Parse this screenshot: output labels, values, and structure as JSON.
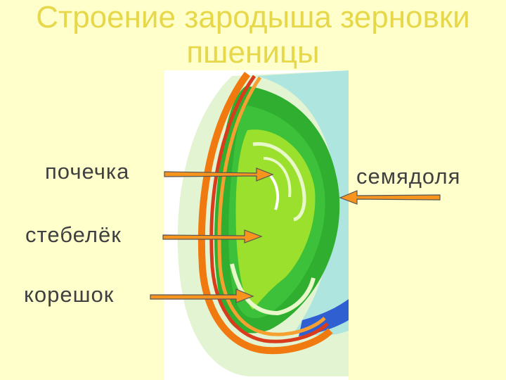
{
  "title": {
    "line1": "Строение зародыша зерновки",
    "line2": "пшеницы"
  },
  "labels": {
    "pochechka": "почечка",
    "stebelek": "стебелёк",
    "koreshok": "корешок",
    "semyadolya": "семядоля"
  },
  "colors": {
    "background": "#ffffcc",
    "title": "#e6d84a",
    "label_text": "#404040",
    "arrow_fill": "#f7941d",
    "arrow_stroke": "#555555"
  }
}
